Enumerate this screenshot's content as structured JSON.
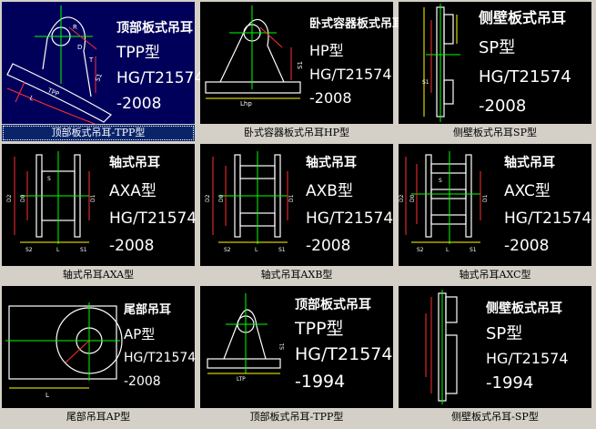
{
  "gallery": {
    "items": [
      {
        "caption": "顶部板式吊耳-TPP型",
        "title": "顶部板式吊耳",
        "model": "TPP型",
        "std": "HG/T21574",
        "year": "-2008",
        "dims": [
          "L",
          "TPP",
          "S1",
          "T",
          "D",
          "R"
        ],
        "selected": true
      },
      {
        "caption": "卧式容器板式吊耳HP型",
        "title": "卧式容器板式吊耳",
        "model": "HP型",
        "std": "HG/T21574",
        "year": "-2008",
        "dims": [
          "Lhp",
          "S1"
        ]
      },
      {
        "caption": "侧壁板式吊耳SP型",
        "title": "侧壁板式吊耳",
        "model": "SP型",
        "std": "HG/T21574",
        "year": "-2008",
        "dims": [
          "S1"
        ]
      },
      {
        "caption": "轴式吊耳AXA型",
        "title": "轴式吊耳",
        "model": "AXA型",
        "std": "HG/T21574",
        "year": "-2008",
        "dims": [
          "D2",
          "D0",
          "D1",
          "S2",
          "L",
          "S1",
          "S"
        ]
      },
      {
        "caption": "轴式吊耳AXB型",
        "title": "轴式吊耳",
        "model": "AXB型",
        "std": "HG/T21574",
        "year": "-2008",
        "dims": [
          "D2",
          "D0",
          "D1",
          "S2",
          "L",
          "S1"
        ]
      },
      {
        "caption": "轴式吊耳AXC型",
        "title": "轴式吊耳",
        "model": "AXC型",
        "std": "HG/T21574",
        "year": "-2008",
        "dims": [
          "D2",
          "D0",
          "D1",
          "S2",
          "L",
          "S1",
          "S"
        ]
      },
      {
        "caption": "尾部吊耳AP型",
        "title": "尾部吊耳",
        "model": "AP型",
        "std": "HG/T21574",
        "year": "-2008",
        "dims": [
          "L"
        ]
      },
      {
        "caption": "顶部板式吊耳-TPP型",
        "title": "顶部板式吊耳",
        "model": "TPP型",
        "std": "HG/T21574",
        "year": "-1994",
        "dims": [
          "LTP",
          "S1"
        ]
      },
      {
        "caption": "侧壁板式吊耳-SP型",
        "title": "侧壁板式吊耳",
        "model": "SP型",
        "std": "HG/T21574",
        "year": "-1994",
        "dims": []
      }
    ]
  },
  "colors": {
    "cad_white": "#ffffff",
    "cad_green": "#00ff00",
    "cad_red": "#ff3030",
    "cad_yellow": "#ffff00",
    "thumb_bg": "#000000",
    "selected_bg": "#0a246a"
  }
}
